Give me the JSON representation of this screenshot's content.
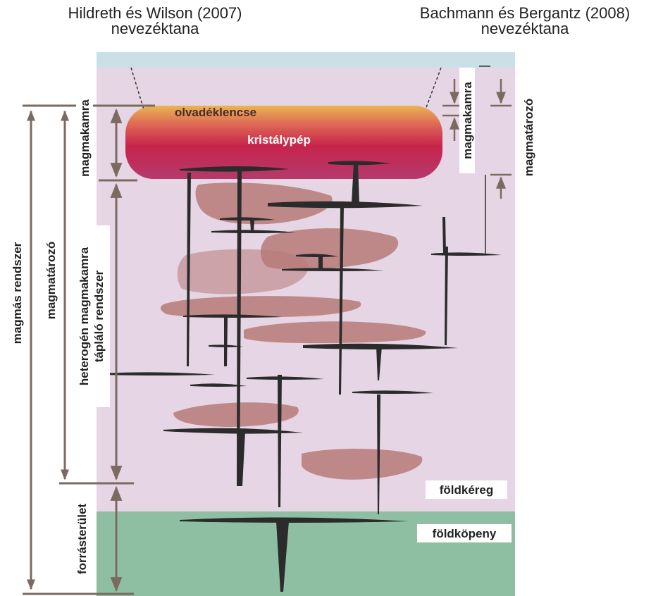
{
  "header": {
    "left_line1": "Hildreth és Wilson (2007)",
    "left_line2": "nevezéktana",
    "right_line1": "Bachmann és Bergantz (2008)",
    "right_line2": "nevezéktana"
  },
  "labels": {
    "melt_lens": "olvadéklencse",
    "crystal_mush": "kristálypép",
    "crust": "földkéreg",
    "mantle": "földköpeny",
    "magmatic_system": "magmás rendszer",
    "magma_reservoir_left": "magmatározó",
    "magma_chamber_left": "magmakamra",
    "feeder_system_line1": "heterogén magmakamra",
    "feeder_system_line2": "tápláló rendszer",
    "source_region": "forrásterület",
    "magma_chamber_right": "magmakamra",
    "magma_reservoir_right": "magmatározó"
  },
  "colors": {
    "sky": "#c9e0e6",
    "crust": "#e6d5e4",
    "mantle": "#8ebfa3",
    "melt_lens": "#f2c65e",
    "crystal_mush": "#c0335a",
    "melt_pockets": "#b77a78",
    "dikes": "#2b2b2b",
    "arrows": "#7a6a5f"
  }
}
